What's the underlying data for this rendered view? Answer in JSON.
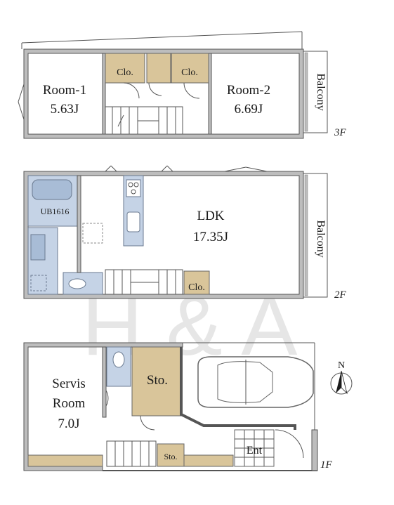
{
  "floors": {
    "f3": {
      "label": "3F",
      "rooms": [
        {
          "id": "room1",
          "name": "Room-1",
          "size": "5.63J"
        },
        {
          "id": "room2",
          "name": "Room-2",
          "size": "6.69J"
        }
      ],
      "closets": [
        "Clo.",
        "Clo."
      ],
      "balcony": "Balcony"
    },
    "f2": {
      "label": "2F",
      "ldk": {
        "name": "LDK",
        "size": "17.35J"
      },
      "bath": "UB1616",
      "closet": "Clo.",
      "balcony": "Balcony"
    },
    "f1": {
      "label": "1F",
      "servis": {
        "line1": "Servis",
        "line2": "Room",
        "size": "7.0J"
      },
      "storage_large": "Sto.",
      "storage_small": "Sto.",
      "entrance": "Ent"
    }
  },
  "compass": {
    "north": "N"
  },
  "watermark": "H & A",
  "colors": {
    "closet": "#d9c59a",
    "wet_area": "#c5d3e6",
    "wall": "#bdbdbd"
  }
}
